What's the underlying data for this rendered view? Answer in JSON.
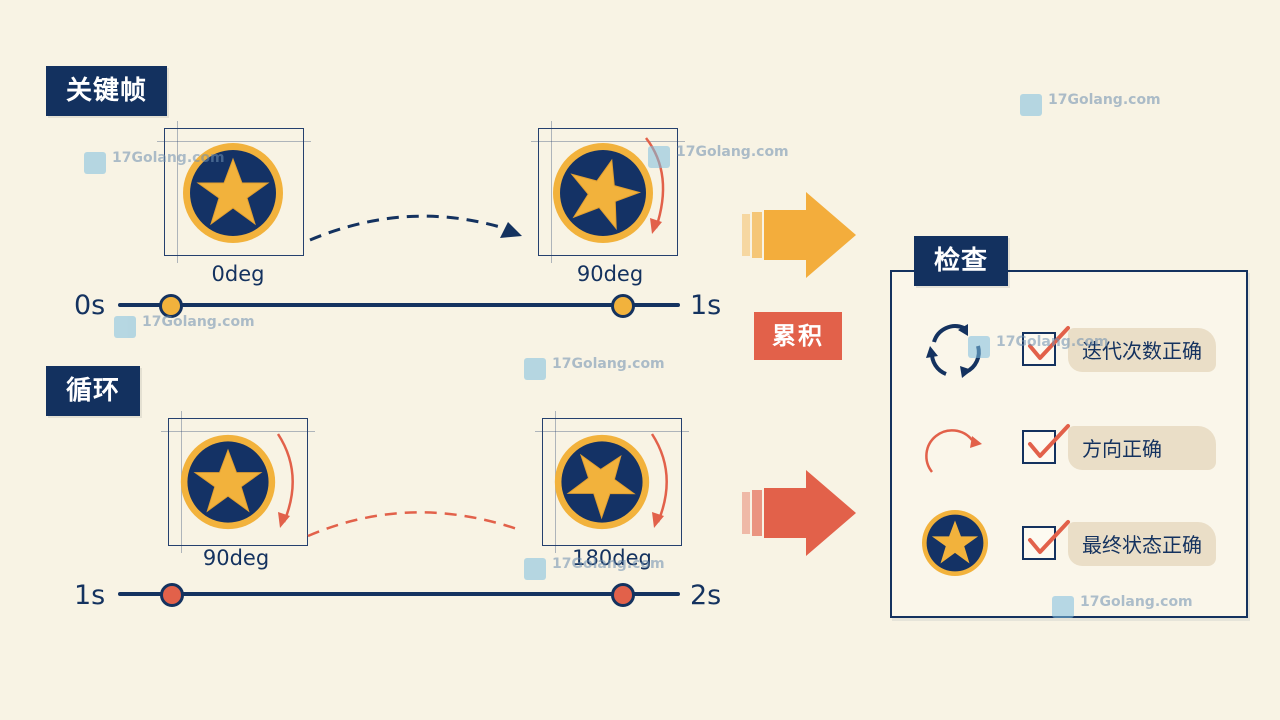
{
  "sections": {
    "keyframe_tag": "关键帧",
    "loop_tag": "循环",
    "check_tag": "检查",
    "accumulate_tag": "累积"
  },
  "keyframe_row": {
    "start_angle": "0deg",
    "end_angle": "90deg",
    "start_time": "0s",
    "end_time": "1s"
  },
  "loop_row": {
    "start_angle": "90deg",
    "end_angle": "180deg",
    "start_time": "1s",
    "end_time": "2s"
  },
  "checks": [
    {
      "label": "迭代次数正确",
      "icon": "cycle-arrows-icon"
    },
    {
      "label": "方向正确",
      "icon": "clockwise-arrow-icon"
    },
    {
      "label": "最终状态正确",
      "icon": "star-badge-icon"
    }
  ],
  "watermark": "17Golang.com",
  "colors": {
    "navy": "#14325f",
    "gold": "#f2b23c",
    "red": "#e2614a",
    "orange_arrow": "#f3ad3c",
    "background": "#f8f3e4"
  }
}
